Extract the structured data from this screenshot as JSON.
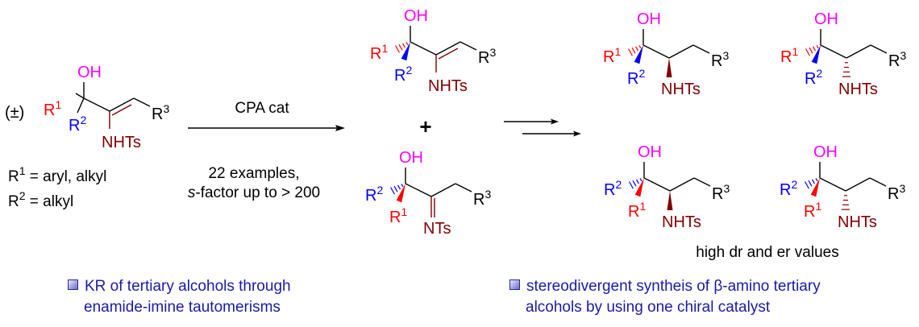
{
  "colors": {
    "r1": "#ff0000",
    "r2": "#0000ff",
    "oh": "#ff00ff",
    "nitrogen": "#800000",
    "bond": "#000000",
    "bullet_text": "#1a1aa8"
  },
  "atoms": {
    "hydroxyl": "OH",
    "amide": "NHTs",
    "imine": "NTs",
    "r": "R",
    "sup1": "1",
    "sup2": "2",
    "sup3": "3"
  },
  "substrate": {
    "racemic": "(±)",
    "r1_def_rest": " = aryl, alkyl",
    "r2_def_rest": " = alkyl"
  },
  "reaction": {
    "catalyst": "CPA cat",
    "examples": "22 examples,",
    "s_italic": "s",
    "s_rest": "-factor up to > 200",
    "plus": "+"
  },
  "products": {
    "note": "high dr and er values"
  },
  "bullets": [
    {
      "line1": "KR of tertiary alcohols through",
      "line2": "enamide-imine tautomerisms"
    },
    {
      "line1": "stereodivergent syntheis of β-amino tertiary",
      "line2": "alcohols by using one chiral catalyst"
    }
  ]
}
